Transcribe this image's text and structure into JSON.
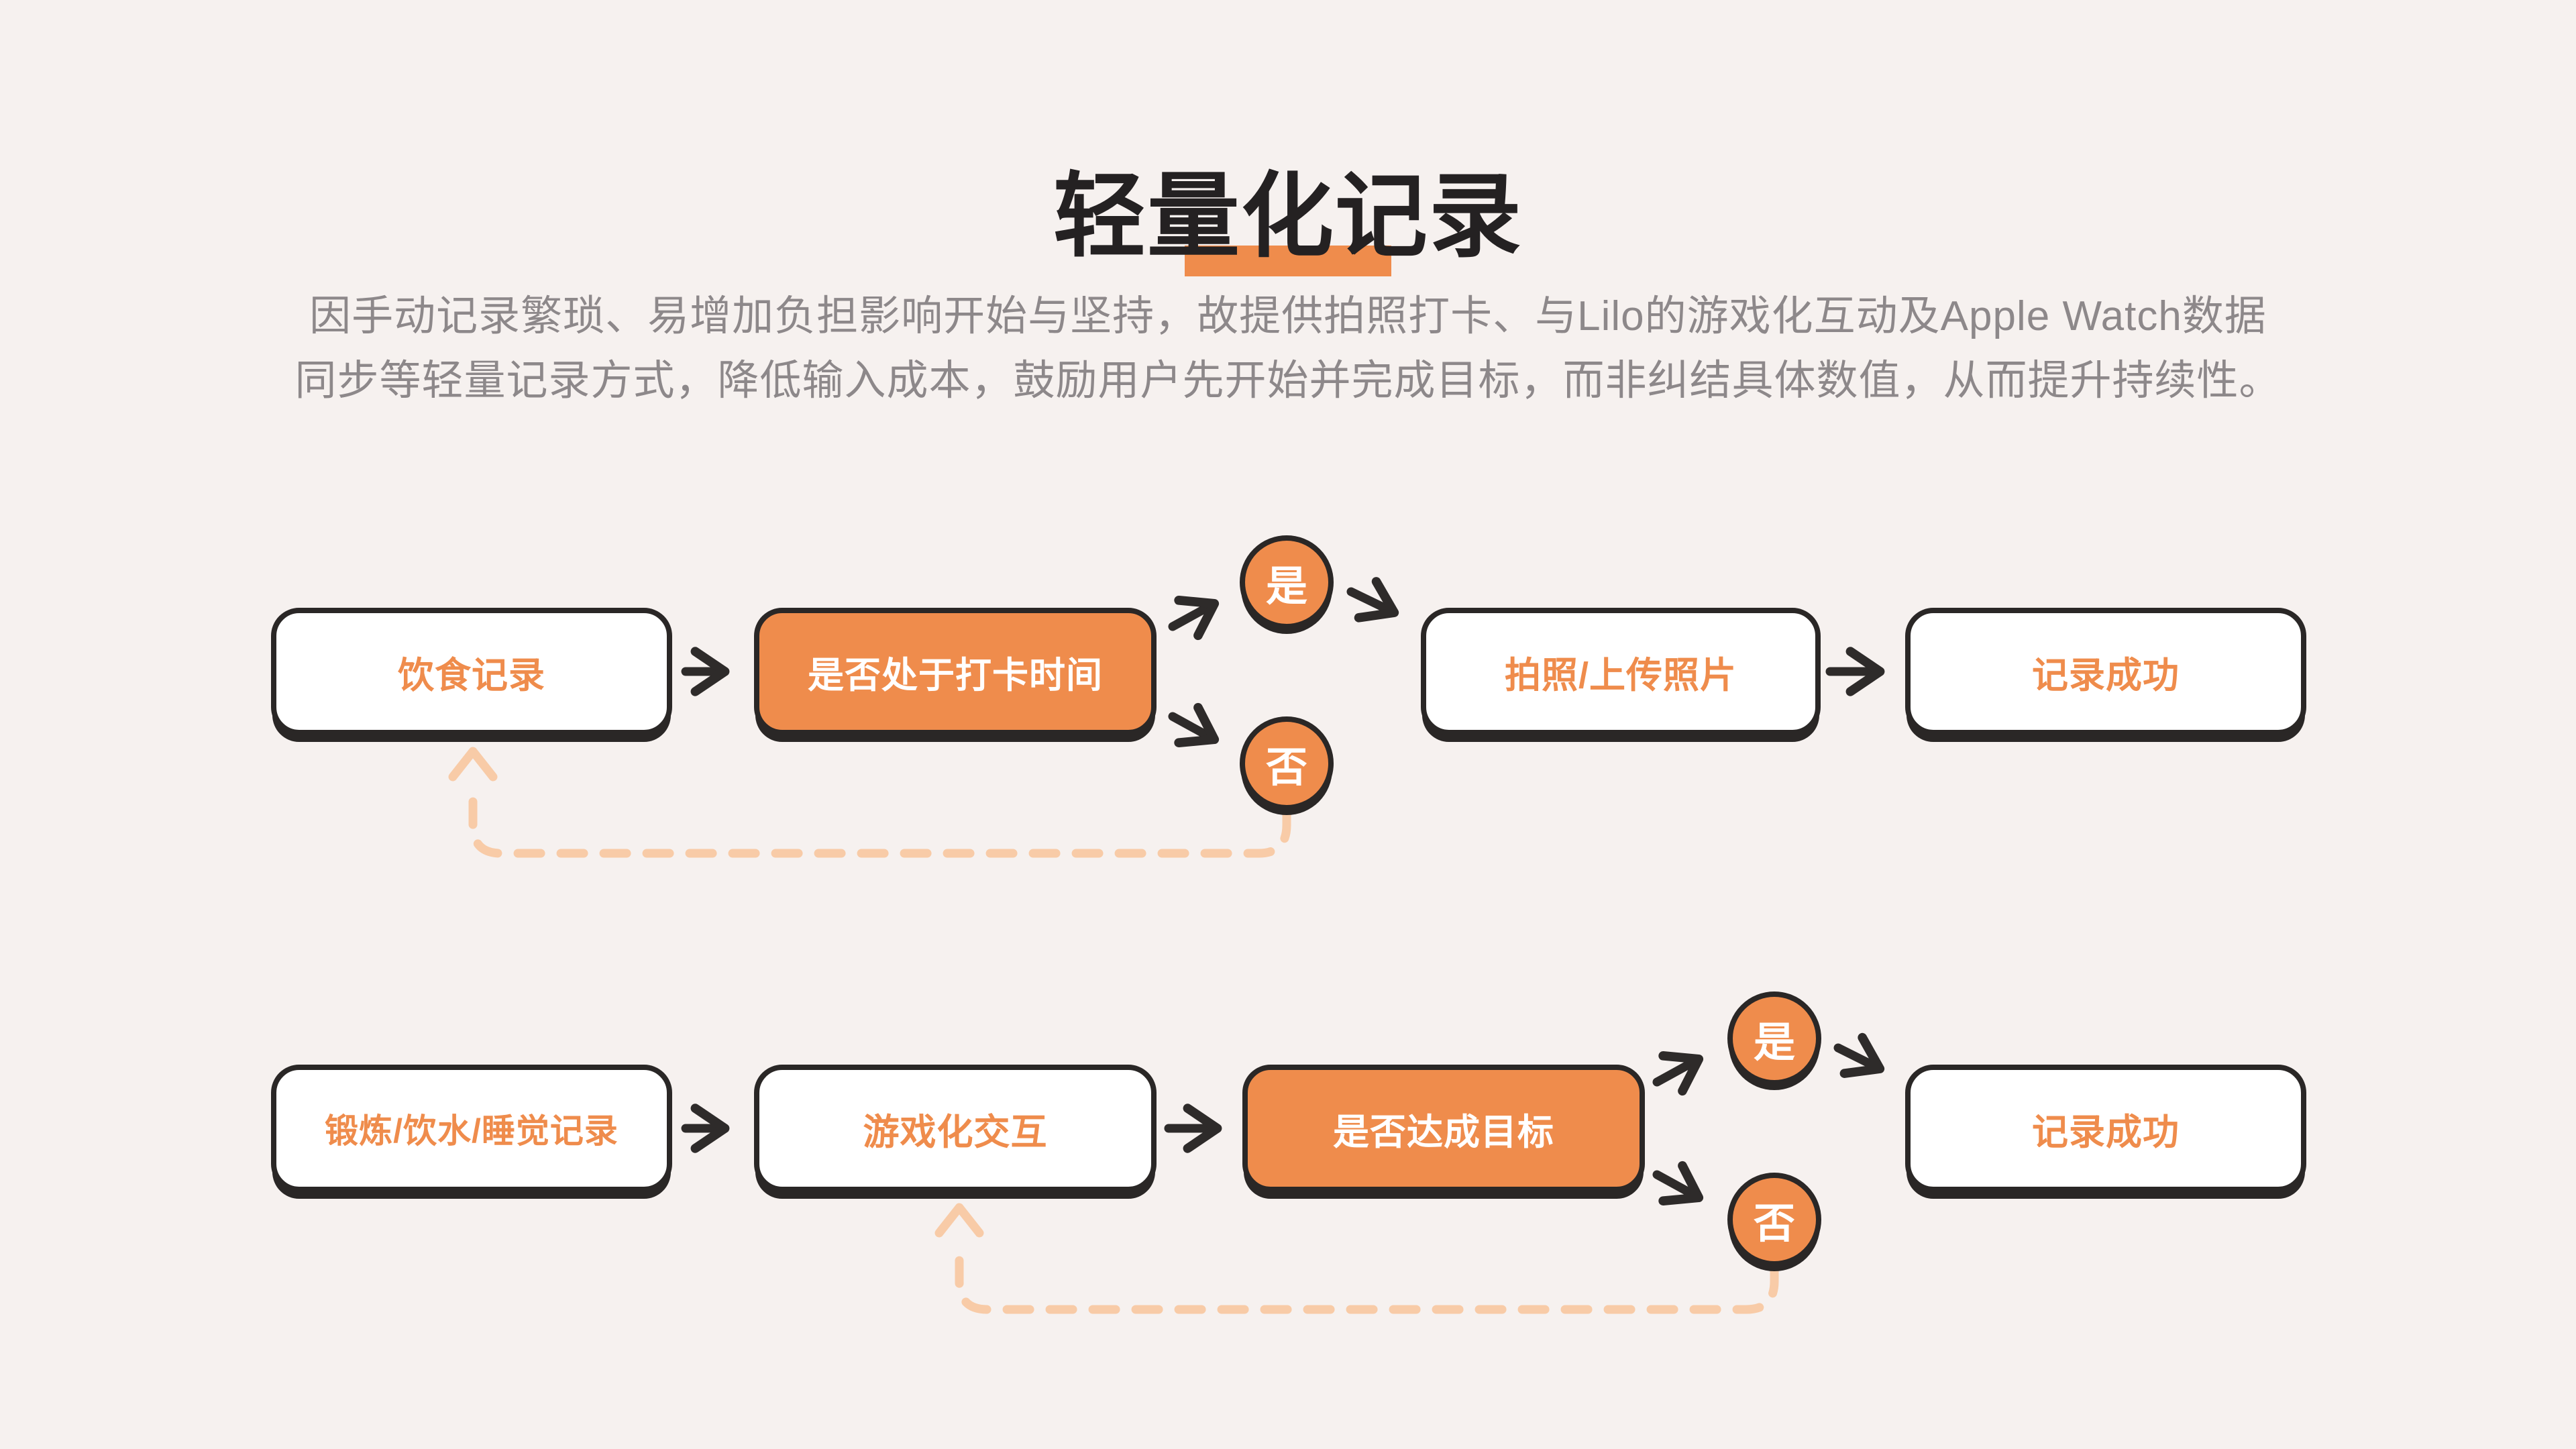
{
  "title": {
    "text": "轻量化记录"
  },
  "description": {
    "line1": "因手动记录繁琐、易增加负担影响开始与坚持，故提供拍照打卡、与Lilo的游戏化互动及Apple Watch数据",
    "line2": "同步等轻量记录方式，降低输入成本，鼓励用户先开始并完成目标，而非纠结具体数值，从而提升持续性。"
  },
  "flow1": {
    "start": "饮食记录",
    "decision": "是否处于打卡时间",
    "yes": "是",
    "no": "否",
    "action": "拍照/上传照片",
    "end": "记录成功"
  },
  "flow2": {
    "start": "锻炼/饮水/睡觉记录",
    "interaction": "游戏化交互",
    "decision": "是否达成目标",
    "yes": "是",
    "no": "否",
    "end": "记录成功"
  },
  "colors": {
    "background": "#F6F1EF",
    "accent_orange": "#EF8C4C",
    "peach_dashed": "#F8CBA7",
    "ink": "#2A2726",
    "muted_text": "#8D888A"
  }
}
